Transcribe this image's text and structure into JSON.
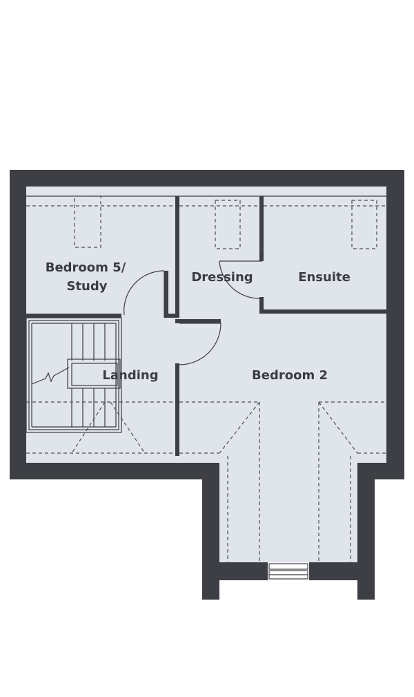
{
  "plan": {
    "colors": {
      "wall": "#3d3f45",
      "floor": "#dfe5ea",
      "background": "#ffffff",
      "label": "#3a3c42"
    },
    "rooms": [
      {
        "id": "bedroom5",
        "lines": [
          "Bedroom 5/",
          "Study"
        ]
      },
      {
        "id": "dressing",
        "lines": [
          "Dressing"
        ]
      },
      {
        "id": "ensuite",
        "lines": [
          "Ensuite"
        ]
      },
      {
        "id": "landing",
        "lines": [
          "Landing"
        ]
      },
      {
        "id": "bedroom2",
        "lines": [
          "Bedroom 2"
        ]
      }
    ]
  }
}
